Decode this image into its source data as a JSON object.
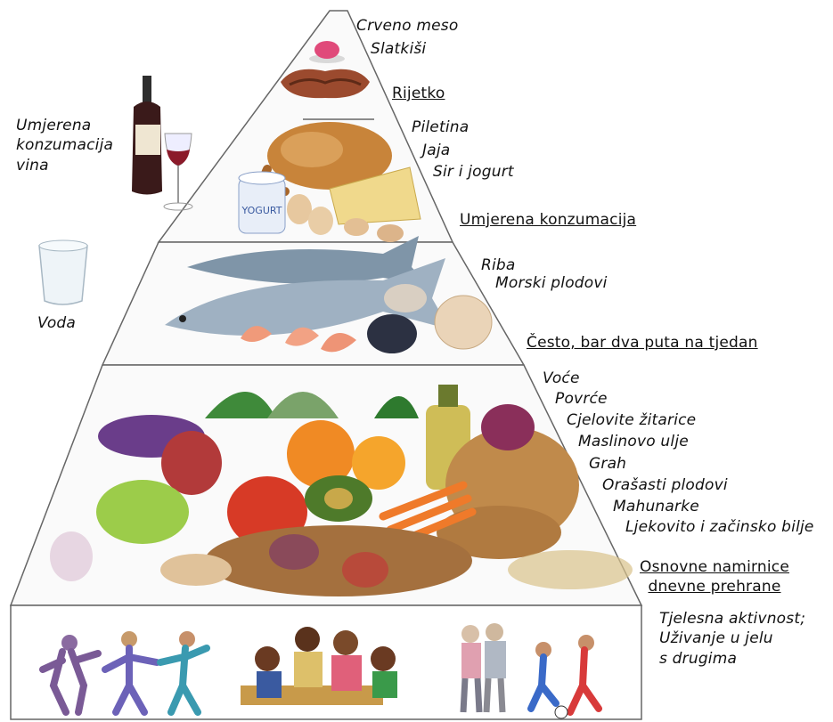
{
  "top_tier": {
    "items": [
      "Crveno meso",
      "Slatkiši"
    ],
    "frequency": "Rijetko"
  },
  "wine": {
    "label": "Umjerena\nkonzumacija\nvina"
  },
  "dairy_tier": {
    "items": [
      "Piletina",
      "Jaja",
      "Sir i jogurt"
    ],
    "frequency": "Umjerena konzumacija"
  },
  "water": {
    "label": "Voda"
  },
  "fish_tier": {
    "items": [
      "Riba",
      "Morski plodovi"
    ],
    "frequency": "Često, bar dva puta na tjedan"
  },
  "base_tier": {
    "items": [
      "Voće",
      "Povrće",
      "Cjelovite žitarice",
      "Maslinovo ulje",
      "Grah",
      "Orašasti plodovi",
      "Mahunarke",
      "Ljekovito i začinsko bilje"
    ],
    "frequency": "Osnovne namirnice\ndnevne prehrane"
  },
  "activity": {
    "label": "Tjelesna aktivnost;\nUživanje u jelu\ns drugima"
  },
  "colors": {
    "outline": "#555555",
    "meat": "#9b4a2e",
    "poultry": "#c8843a",
    "fish": "#8fa3b6",
    "produce_green": "#5b9a3a",
    "produce_orange": "#f08a24",
    "produce_red": "#c9342b",
    "bread": "#c08a4b"
  }
}
